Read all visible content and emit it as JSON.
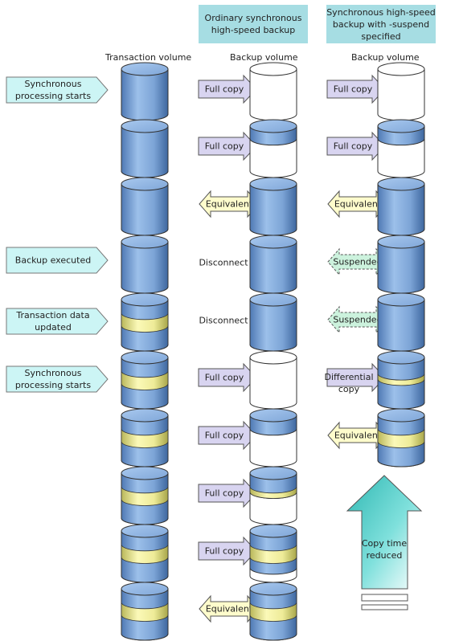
{
  "headers": {
    "ordinary": "Ordinary synchronous\nhigh-speed backup",
    "suspend": "Synchronous high-speed\nbackup with -suspend\nspecified",
    "transaction_volume": "Transaction volume",
    "backup_volume_1": "Backup volume",
    "backup_volume_2": "Backup volume"
  },
  "events": [
    {
      "label": "Synchronous\nprocessing starts"
    },
    {
      "label": "Backup executed"
    },
    {
      "label": "Transaction data\nupdated"
    },
    {
      "label": "Synchronous\nprocessing starts"
    }
  ],
  "labels": {
    "full_copy": "Full copy",
    "equivalent": "Equivalent",
    "suspended": "Suspended",
    "disconnect": "Disconnect",
    "differential_copy": "Differential\ncopy",
    "copy_time_reduced": "Copy time\nreduced"
  },
  "colors": {
    "header_bg": "#a6dde3",
    "event_bg": "#ccf5f5",
    "full_copy_arrow": "#d8d4f0",
    "equivalent_arrow": "#fefccc",
    "suspended_arrow": "#ccf2dd",
    "big_arrow": "#3bc9c4",
    "cylinder_blue": "#7fa6d8",
    "updated_band": "#f4f2a0"
  },
  "icons": [
    "cylinder-volume-icon",
    "right-arrow-icon",
    "double-arrow-icon",
    "dashed-double-arrow-icon",
    "big-up-arrow-icon"
  ]
}
